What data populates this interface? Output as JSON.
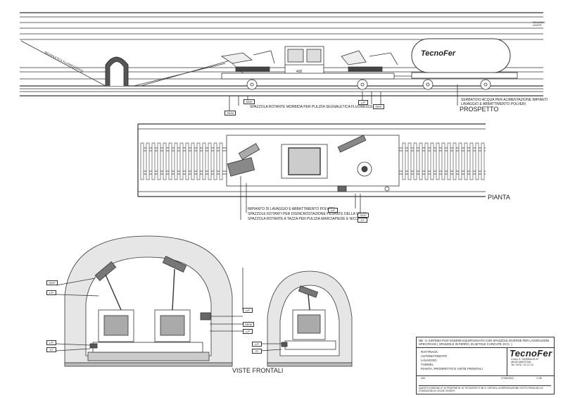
{
  "drawing": {
    "view_prospetto": "PROSPETTO",
    "view_pianta": "PIANTA",
    "view_frontali": "VISTE FRONTALI",
    "sagoma": "SAGOMA\nLIMITE",
    "tank_brand": "TecnoFer",
    "vehicle_number": "400",
    "label_side": "SEGNALETICA FLUORESCENTE",
    "callouts_top": {
      "c1": "SPAZZOLA ROTANTE MORBIDA PER PULIZIA SEGNALETICA FLUORESCENTE",
      "c2": "SERBATOIO ACQUA PER ALIMENTAZIONE IMPIANTI",
      "c3": "LAVAGGIO E ABBATTIMENTO POLVERI"
    },
    "callouts_plan": {
      "c1": "IMPIANTO DI LAVAGGIO E ABBATTIMENTO POLVERI",
      "c2": "SPAZZOLE ROTANTI PER DISINCROSTAZIONE PESANTE DELLA VOLTA",
      "c3": "SPAZZOLA ROTANTE A TAZZA PER PULIZIA MARCIAPIEDE E NICCHIE"
    },
    "tags": {
      "srp": "SR/P",
      "srm": "SR/M",
      "lp": "L/P",
      "st": "ST"
    }
  },
  "title_block": {
    "note": "NB : IL SISTEMA PUO' ESSERE EQUIPAGGIATO CON SPAZZOLE DIVERSE PER LAVORAZIONI SPECIFICHE ( SPAZZOLE IN FERRO, IN SETOLE CARICATE, ECC. )",
    "logo": "TecnoFer",
    "address": "Corso G. GARIBALDI 87\n46100 MANTOVA\nTel. 0376 / 32 12 13",
    "desc_lines": [
      "RAYTRACK",
      "AUTOMATIZZATO",
      "LAVAGGIO",
      "TUNNEL",
      "PIANTA, PROSPETTO E VISTE FRONTALI"
    ],
    "code": "400",
    "date": "27/06/2002",
    "scale": "1/ 50",
    "footer": "QUESTO DISEGNO E' DI PROPRIETA' DI TECNOFER E NE E' VIETATA LA RIPRODUZIONE SOTTO PENA DELLE CONDIZIONI DI LEGGE VIGENTI"
  }
}
